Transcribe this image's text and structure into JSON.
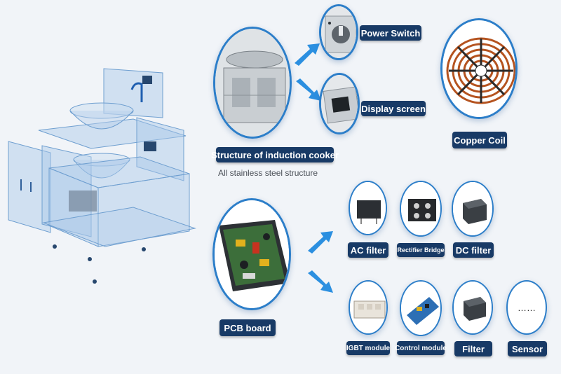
{
  "labels": {
    "power_switch": "Power Switch",
    "display_screen": "Display screen",
    "structure": "Structure of induction cooker",
    "structure_sub": "All stainless steel structure",
    "copper_coil": "Copper Coil",
    "pcb_board": "PCB board",
    "ac_filter": "AC filter",
    "rectifier_bridge": "Rectifier Bridge",
    "dc_filter": "DC filter",
    "igbt_module": "IGBT module",
    "control_module": "Control module",
    "filter": "Filter",
    "sensor": "Sensor",
    "sensor_placeholder": "……"
  },
  "colors": {
    "label_bg": "#183a66",
    "ring": "#2c7ec9",
    "arrow": "#2b8fe0",
    "background": "#f1f4f8"
  },
  "icons": [
    "exploded-cooker-icon",
    "cooker-structure-icon",
    "power-switch-icon",
    "display-screen-icon",
    "copper-coil-icon",
    "pcb-board-icon",
    "ac-filter-icon",
    "rectifier-bridge-icon",
    "dc-filter-icon",
    "igbt-module-icon",
    "control-module-icon",
    "filter-icon",
    "arrow-icon"
  ]
}
